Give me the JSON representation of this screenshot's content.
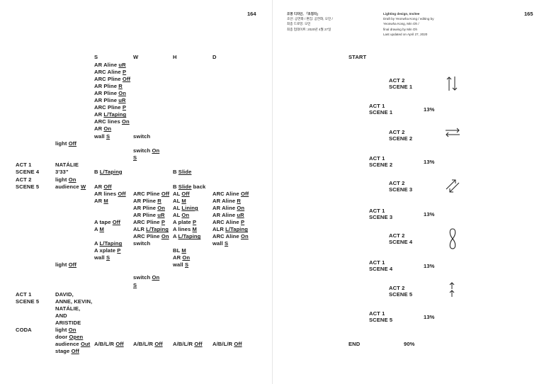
{
  "left_page": {
    "page_number": "164",
    "headers": {
      "s": "S",
      "w": "W",
      "h": "H",
      "d": "D"
    },
    "lines": [
      {
        "col": "s",
        "row": 0,
        "t": "AR Aline ",
        "u": "uR"
      },
      {
        "col": "s",
        "row": 1,
        "t": "ARC Aline ",
        "u": "P"
      },
      {
        "col": "s",
        "row": 2,
        "t": "ARC Pline ",
        "u": "Off"
      },
      {
        "col": "s",
        "row": 3,
        "t": "AR Pline ",
        "u": "R"
      },
      {
        "col": "s",
        "row": 4,
        "t": "AR Pline ",
        "u": "On"
      },
      {
        "col": "s",
        "row": 5,
        "t": "AR Pline ",
        "u": "uR"
      },
      {
        "col": "s",
        "row": 6,
        "t": "ARC Pline ",
        "u": "P"
      },
      {
        "col": "s",
        "row": 7,
        "t": "AR ",
        "u": "L/Taping"
      },
      {
        "col": "s",
        "row": 8,
        "t": "ARC lines ",
        "u": "On"
      },
      {
        "col": "s",
        "row": 9,
        "t": "AR ",
        "u": "On"
      },
      {
        "col": "s",
        "row": 10,
        "t": "wall ",
        "u": "S"
      },
      {
        "col": "w",
        "row": 10,
        "t": "switch"
      },
      {
        "col": "c2",
        "row": 11,
        "t": "light ",
        "u": "Off"
      },
      {
        "col": "w",
        "row": 12,
        "t": "switch ",
        "u": "On"
      },
      {
        "col": "w",
        "row": 13,
        "t": "",
        "u": "S"
      },
      {
        "col": "c1",
        "row": 14,
        "t": "ACT 1"
      },
      {
        "col": "c2",
        "row": 14,
        "t": "NATÁLIE"
      },
      {
        "col": "c1",
        "row": 15,
        "t": "SCENE 4"
      },
      {
        "col": "c2",
        "row": 15,
        "t": "3'33\""
      },
      {
        "col": "s",
        "row": 15,
        "t": "B ",
        "u": "L/Taping"
      },
      {
        "col": "h",
        "row": 15,
        "t": "B ",
        "u": "Slide"
      },
      {
        "col": "c1",
        "row": 16.1,
        "t": "ACT 2"
      },
      {
        "col": "c2",
        "row": 16.1,
        "t": "light ",
        "u": "On"
      },
      {
        "col": "c1",
        "row": 17.1,
        "t": "SCENE 5"
      },
      {
        "col": "c2",
        "row": 17.1,
        "t": "audience ",
        "u": "W"
      },
      {
        "col": "s",
        "row": 17.1,
        "t": "AR ",
        "u": "Off"
      },
      {
        "col": "h",
        "row": 17.1,
        "t": "B ",
        "u": "Slide",
        "a": " back"
      },
      {
        "col": "s",
        "row": 18.1,
        "t": "AR lines ",
        "u": "Off"
      },
      {
        "col": "w",
        "row": 18.1,
        "t": "ARC Pline ",
        "u": "Off"
      },
      {
        "col": "h",
        "row": 18.1,
        "t": "AL ",
        "u": "Off"
      },
      {
        "col": "d",
        "row": 18.1,
        "t": "ARC Aline ",
        "u": "Off"
      },
      {
        "col": "s",
        "row": 19.1,
        "t": "AR ",
        "u": "M"
      },
      {
        "col": "w",
        "row": 19.1,
        "t": "AR Pline ",
        "u": "R"
      },
      {
        "col": "h",
        "row": 19.1,
        "t": "AL ",
        "u": "M"
      },
      {
        "col": "d",
        "row": 19.1,
        "t": "AR Aline ",
        "u": "R"
      },
      {
        "col": "w",
        "row": 20.1,
        "t": "AR Pline ",
        "u": "On"
      },
      {
        "col": "h",
        "row": 20.1,
        "t": "AL ",
        "u": "Lining"
      },
      {
        "col": "d",
        "row": 20.1,
        "t": "AR Aline ",
        "u": "On"
      },
      {
        "col": "w",
        "row": 21.1,
        "t": "AR Pline ",
        "u": "uR"
      },
      {
        "col": "h",
        "row": 21.1,
        "t": "AL ",
        "u": "On"
      },
      {
        "col": "d",
        "row": 21.1,
        "t": "AR Aline ",
        "u": "uR"
      },
      {
        "col": "s",
        "row": 22.1,
        "t": "A tape ",
        "u": "Off"
      },
      {
        "col": "w",
        "row": 22.1,
        "t": "ARC Pline ",
        "u": "P"
      },
      {
        "col": "h",
        "row": 22.1,
        "t": "A plate ",
        "u": "P"
      },
      {
        "col": "d",
        "row": 22.1,
        "t": "ARC Aline ",
        "u": "P"
      },
      {
        "col": "s",
        "row": 23.1,
        "t": "A ",
        "u": "M"
      },
      {
        "col": "w",
        "row": 23.1,
        "t": "ALR ",
        "u": "L/Taping"
      },
      {
        "col": "h",
        "row": 23.1,
        "t": "A lines ",
        "u": "M"
      },
      {
        "col": "d",
        "row": 23.1,
        "t": "ALR ",
        "u": "L/Taping"
      },
      {
        "col": "w",
        "row": 24.1,
        "t": "ARC Pline ",
        "u": "On"
      },
      {
        "col": "h",
        "row": 24.1,
        "t": "A ",
        "u": "L/Taping"
      },
      {
        "col": "d",
        "row": 24.1,
        "t": "ARC Aline ",
        "u": "On"
      },
      {
        "col": "s",
        "row": 25.1,
        "t": "A ",
        "u": "L/Taping"
      },
      {
        "col": "w",
        "row": 25.1,
        "t": "switch"
      },
      {
        "col": "d",
        "row": 25.1,
        "t": "wall ",
        "u": "S"
      },
      {
        "col": "s",
        "row": 26.1,
        "t": "A xplate ",
        "u": "P"
      },
      {
        "col": "h",
        "row": 26.1,
        "t": "BL ",
        "u": "M"
      },
      {
        "col": "s",
        "row": 27.1,
        "t": "wall ",
        "u": "S"
      },
      {
        "col": "h",
        "row": 27.1,
        "t": "AR ",
        "u": "On"
      },
      {
        "col": "c2",
        "row": 28.1,
        "t": "light ",
        "u": "Off"
      },
      {
        "col": "h",
        "row": 28.1,
        "t": "wall ",
        "u": "S"
      },
      {
        "col": "w",
        "row": 29.9,
        "t": "switch ",
        "u": "On"
      },
      {
        "col": "w",
        "row": 30.9,
        "t": "",
        "u": "S"
      },
      {
        "col": "c1",
        "row": 32.2,
        "t": "ACT 1"
      },
      {
        "col": "c2",
        "row": 32.2,
        "t": "DAVID,"
      },
      {
        "col": "c1",
        "row": 33.2,
        "t": "SCENE 5"
      },
      {
        "col": "c2",
        "row": 33.2,
        "t": "ANNE, KEVIN,"
      },
      {
        "col": "c2",
        "row": 34.2,
        "t": "NATÁLIE,"
      },
      {
        "col": "c2",
        "row": 35.2,
        "t": "AND"
      },
      {
        "col": "c2",
        "row": 36.2,
        "t": "ARISTIDE"
      },
      {
        "col": "c1",
        "row": 37.2,
        "t": "CODA"
      },
      {
        "col": "c2",
        "row": 37.2,
        "t": "light ",
        "u": "On"
      },
      {
        "col": "c2",
        "row": 38.2,
        "t": "door ",
        "u": "Open"
      },
      {
        "col": "c2",
        "row": 39.2,
        "t": "audience ",
        "u": "Out"
      },
      {
        "col": "s",
        "row": 39.2,
        "t": "A/B/L/R ",
        "u": "Off"
      },
      {
        "col": "w",
        "row": 39.2,
        "t": "A/B/L/R ",
        "u": "Off"
      },
      {
        "col": "h",
        "row": 39.2,
        "t": "A/B/L/R ",
        "u": "Off"
      },
      {
        "col": "d",
        "row": 39.2,
        "t": "A/B/L/R ",
        "u": "Off"
      },
      {
        "col": "c2",
        "row": 40.2,
        "t": "stage ",
        "u": "Off"
      }
    ]
  },
  "right_page": {
    "page_number": "165",
    "meta_ko": [
      "조명 디자인, 「초청자」",
      "초안: 공연화 / 편집: 공연화, 오민 /",
      "최종 드로잉: 오민",
      "최종 업데이트: 2020년 4월 27일"
    ],
    "meta_en": [
      "Lighting design, Invitee",
      "Draft by Yeonwha Kong / editing by",
      "Yeonwha Kong, Min Oh /",
      "final drawing by Min Oh",
      "Last updated on April 27, 2020"
    ],
    "start": "START",
    "end": "END",
    "end_percent": "90%",
    "act2": [
      {
        "act": "ACT 2",
        "scene": "SCENE 1",
        "icon": "up-down-arrows-icon"
      },
      {
        "act": "ACT 2",
        "scene": "SCENE 2",
        "icon": "right-left-arrows-icon"
      },
      {
        "act": "ACT 2",
        "scene": "SCENE 3",
        "icon": "diagonal-arrows-icon"
      },
      {
        "act": "ACT 2",
        "scene": "SCENE 4",
        "icon": "infinity-loop-icon"
      },
      {
        "act": "ACT 2",
        "scene": "SCENE 5",
        "icon": "up-arrows-icon"
      }
    ],
    "act1": [
      {
        "act": "ACT 1",
        "scene": "SCENE 1",
        "percent": "13%"
      },
      {
        "act": "ACT 1",
        "scene": "SCENE 2",
        "percent": "13%"
      },
      {
        "act": "ACT 1",
        "scene": "SCENE 3",
        "percent": "13%"
      },
      {
        "act": "ACT 1",
        "scene": "SCENE 4",
        "percent": "13%"
      },
      {
        "act": "ACT 1",
        "scene": "SCENE 5",
        "percent": "13%"
      }
    ]
  }
}
